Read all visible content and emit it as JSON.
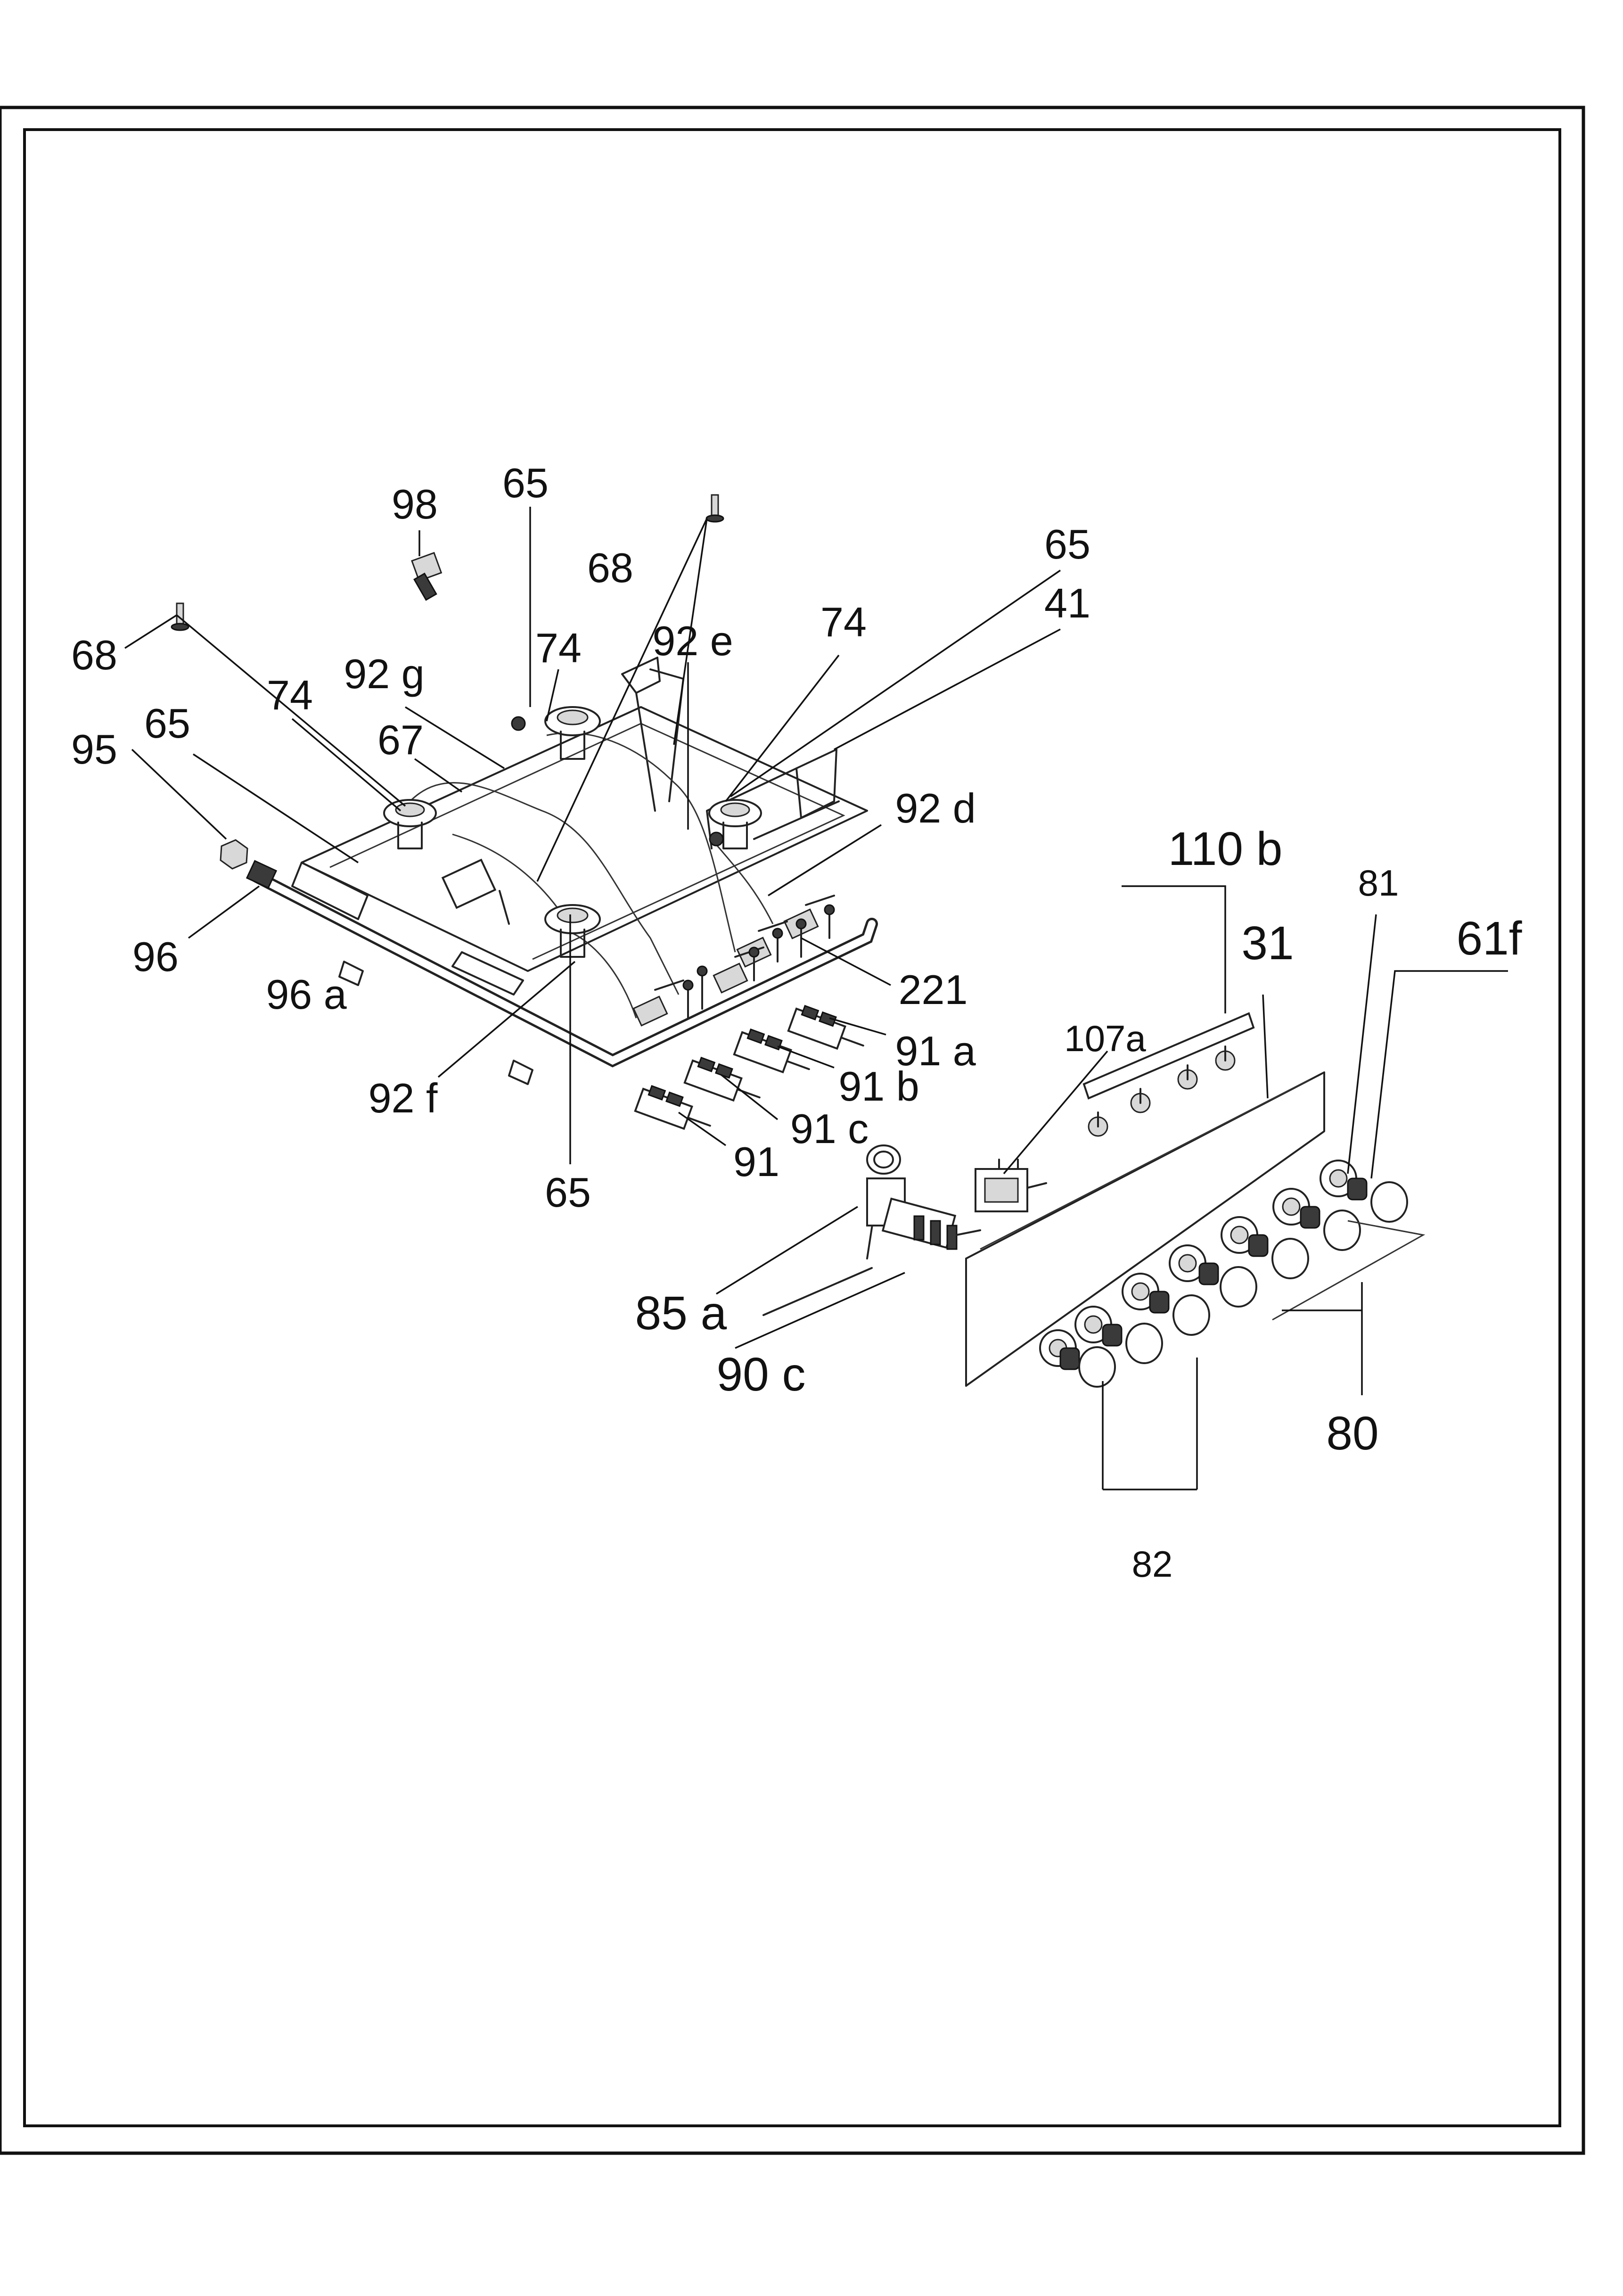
{
  "diagram": {
    "labels": {
      "l98": "98",
      "l65_top": "65",
      "l68_top": "68",
      "l65_right": "65",
      "l41": "41",
      "l68_left": "68",
      "l74_mid": "74",
      "l92e": "92 e",
      "l74_right": "74",
      "l92g": "92 g",
      "l74_left": "74",
      "l65_left": "65",
      "l67": "67",
      "l95": "95",
      "l92d": "92 d",
      "l110b": "110 b",
      "l81": "81",
      "l31": "31",
      "l61f": "61f",
      "l96": "96",
      "l96a": "96 a",
      "l221": "221",
      "l107a": "107a",
      "l91a": "91 a",
      "l91b": "91 b",
      "l92f": "92 f",
      "l91c": "91 c",
      "l91": "91",
      "l65_bottom": "65",
      "l85a": "85 a",
      "l90c": "90 c",
      "l80": "80",
      "l82": "82"
    }
  }
}
